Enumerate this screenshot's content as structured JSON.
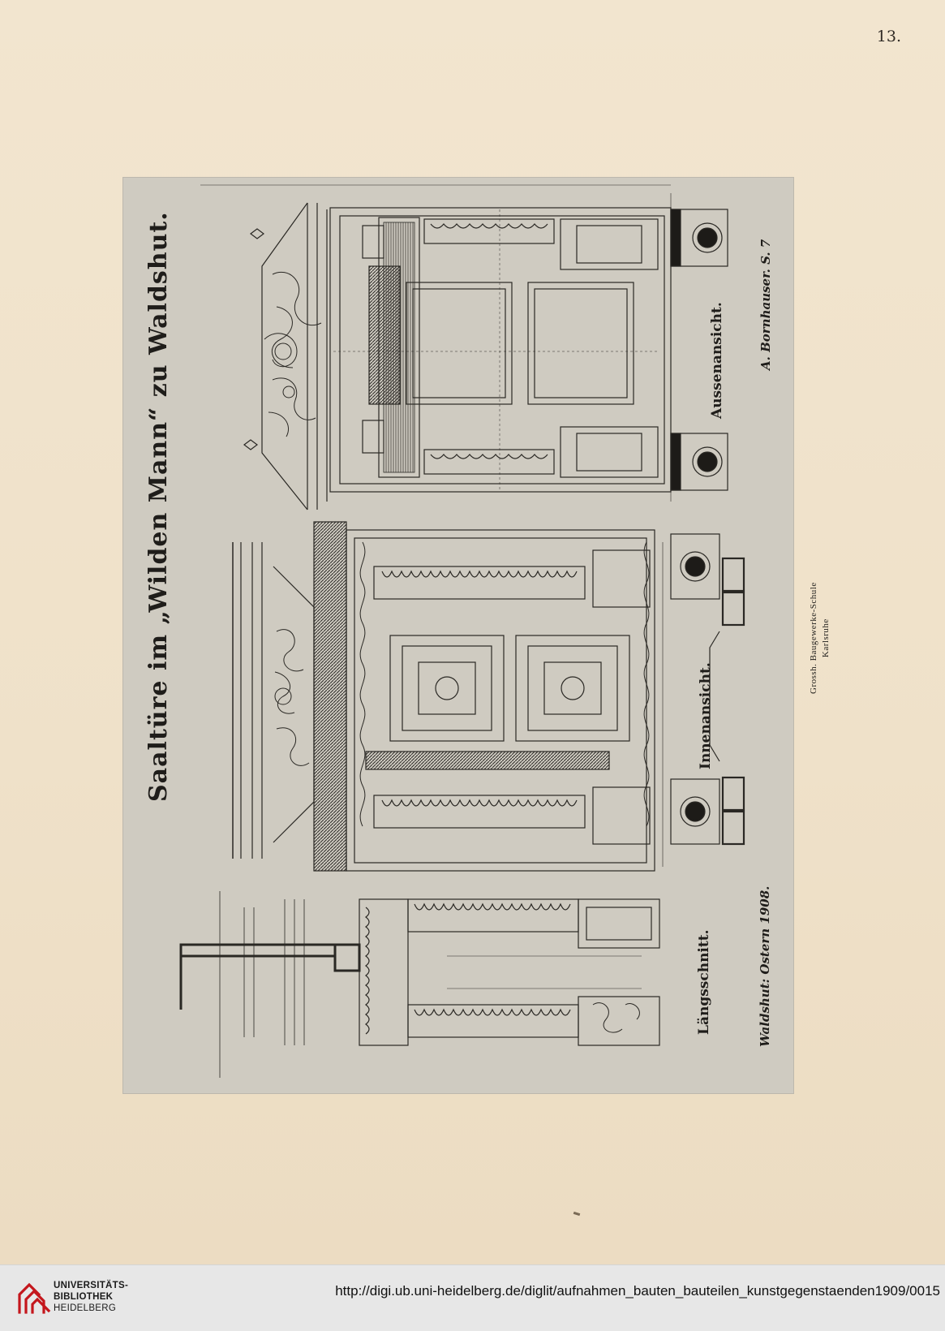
{
  "page": {
    "number": "13."
  },
  "plate": {
    "title": "Saaltüre im „Wilden Mann“ zu Waldshut.",
    "views": {
      "aussen": "Aussenansicht.",
      "innen": "Innenansicht.",
      "laengs": "Längsschnitt."
    },
    "signature": "A. Bornhauser. S. 7",
    "place_date": "Waldshut: Ostern 1908.",
    "school": [
      "Grossh. Baugewerke-Schule",
      "Karlsruhe"
    ]
  },
  "colors": {
    "paper": "#f1e4cd",
    "plate": "#cfcbc1",
    "ink": "#1f1d1a",
    "logo_red": "#c4161c"
  },
  "footer": {
    "logo_icon": "ub-heidelberg-logo",
    "logo_lines": [
      "UNIVERSITÄTS-",
      "BIBLIOTHEK",
      "HEIDELBERG"
    ],
    "url": "http://digi.ub.uni-heidelberg.de/diglit/aufnahmen_bauten_bauteilen_kunstgegenstaenden1909/0015"
  }
}
